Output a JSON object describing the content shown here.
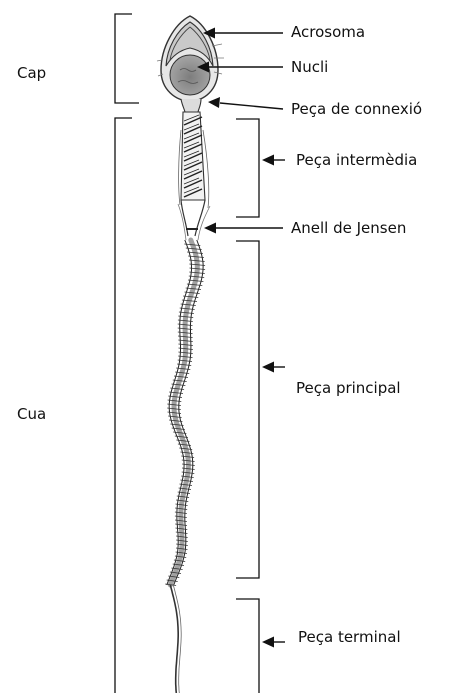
{
  "regions": {
    "head": "Cap",
    "tail": "Cua"
  },
  "parts": {
    "acrosome": "Acrosoma",
    "nucleus": "Nucli",
    "connecting_piece": "Peça de connexió",
    "midpiece": "Peça intermèdia",
    "jensen_ring": "Anell de Jensen",
    "principal_piece": "Peça principal",
    "end_piece": "Peça terminal"
  }
}
